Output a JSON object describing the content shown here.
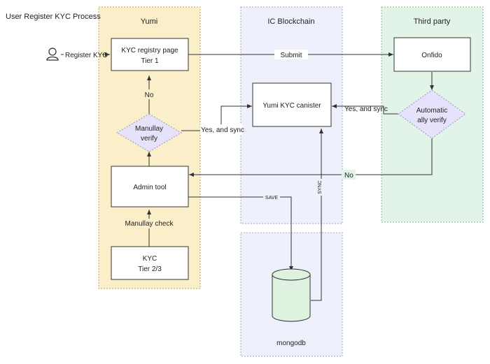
{
  "title": "User Register KYC Process",
  "lanes": {
    "yumi": "Yumi",
    "ic": "IC Blockchain",
    "third": "Third party"
  },
  "actor": {
    "label": "Register KYC",
    "icon": "user-icon"
  },
  "nodes": {
    "kyc_page": [
      "KYC registry page",
      "Tier 1"
    ],
    "manual_verify": [
      "Manullay",
      "verify"
    ],
    "admin_tool": "Admin tool",
    "kyc_tier": [
      "KYC",
      "Tier 2/3"
    ],
    "canister": "Yumi KYC canister",
    "mongodb": "mongodb",
    "onfido": "Onfido",
    "auto_verify": [
      "Automatic",
      "ally verify"
    ]
  },
  "edges": {
    "submit": "Submit",
    "no_left": "No",
    "yes_sync_left": "Yes, and sync",
    "yes_sync_right": "Yes, and sync",
    "no_bottom": "No",
    "manual_check": "Manullay check",
    "save": "SAVE",
    "sync": "SYNC"
  },
  "colors": {
    "yumi_fill": "#fbefc9",
    "yumi_border": "#b8a46b",
    "ic_fill": "#eef1fb",
    "ic_border": "#9ea6c4",
    "third_fill": "#e2f4e7",
    "third_border": "#8fb89a",
    "diamond_fill": "#e7e2fb",
    "diamond_border": "#9a93c9",
    "cylinder_fill": "#dff2df",
    "line": "#333333"
  }
}
